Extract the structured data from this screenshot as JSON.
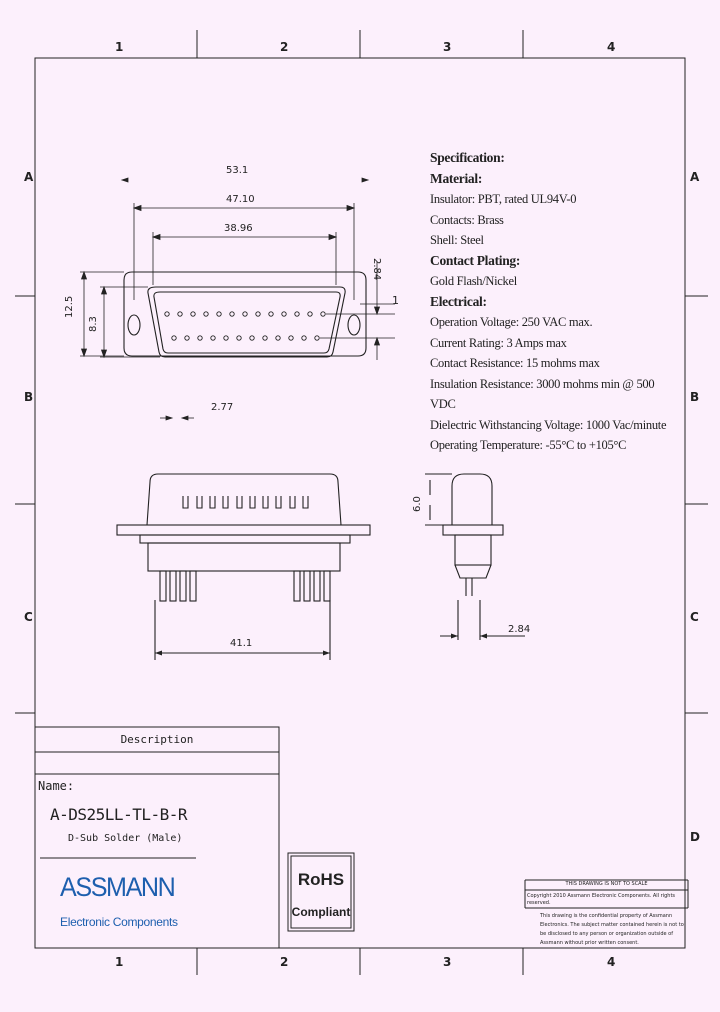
{
  "frame": {
    "columns": [
      "1",
      "2",
      "3",
      "4"
    ],
    "rows": [
      "A",
      "B",
      "C",
      "D"
    ]
  },
  "specification": {
    "title": "Specification:",
    "material_heading": "Material:",
    "insulator": "Insulator: PBT, rated UL94V-0",
    "contacts": "Contacts: Brass",
    "shell": "Shell: Steel",
    "plating_heading": "Contact Plating:",
    "plating": "Gold Flash/Nickel",
    "electrical_heading": "Electrical:",
    "voltage": "Operation Voltage: 250 VAC max.",
    "current": "Current Rating: 3 Amps max",
    "contact_resistance": "Contact Resistance: 15 mohms max",
    "insulation_resistance": "Insulation Resistance: 3000 mohms min @ 500 VDC",
    "dielectric": "Dielectric Withstancing Voltage: 1000 Vac/minute",
    "temperature": "Operating Temperature: -55°C to +105°C"
  },
  "dimensions": {
    "overall_width": "53.1",
    "mount_hole_pitch": "47.10",
    "shell_width": "38.96",
    "overall_height": "12.5",
    "shell_height": "8.3",
    "pin_row_pitch": "2.84",
    "pin_pitch": "2.77",
    "pin1_label": "1",
    "body_length": "41.1",
    "side_height": "6.0",
    "side_offset": "2.84"
  },
  "title_block": {
    "description_label": "Description",
    "name_label": "Name:",
    "part_number": "A-DS25LL-TL-B-R",
    "part_description": "D-Sub Solder (Male)",
    "brand": "ASSMANN",
    "brand_sub": "Electronic Components",
    "rohs": "RoHS",
    "compliant": "Compliant",
    "notice_title": "THIS DRAWING IS NOT TO SCALE",
    "copyright": "Copyright 2010 Assmann Electronic Components. All rights reserved.",
    "confidential": "This drawing is the confidential property of Assmann Electronics. The subject matter contained herein is not to be disclosed to any person or organization outside of Assmann without prior written consent."
  },
  "colors": {
    "paper": "#fcf0fc",
    "ink": "#222222",
    "brand_blue": "#1d5fae"
  }
}
